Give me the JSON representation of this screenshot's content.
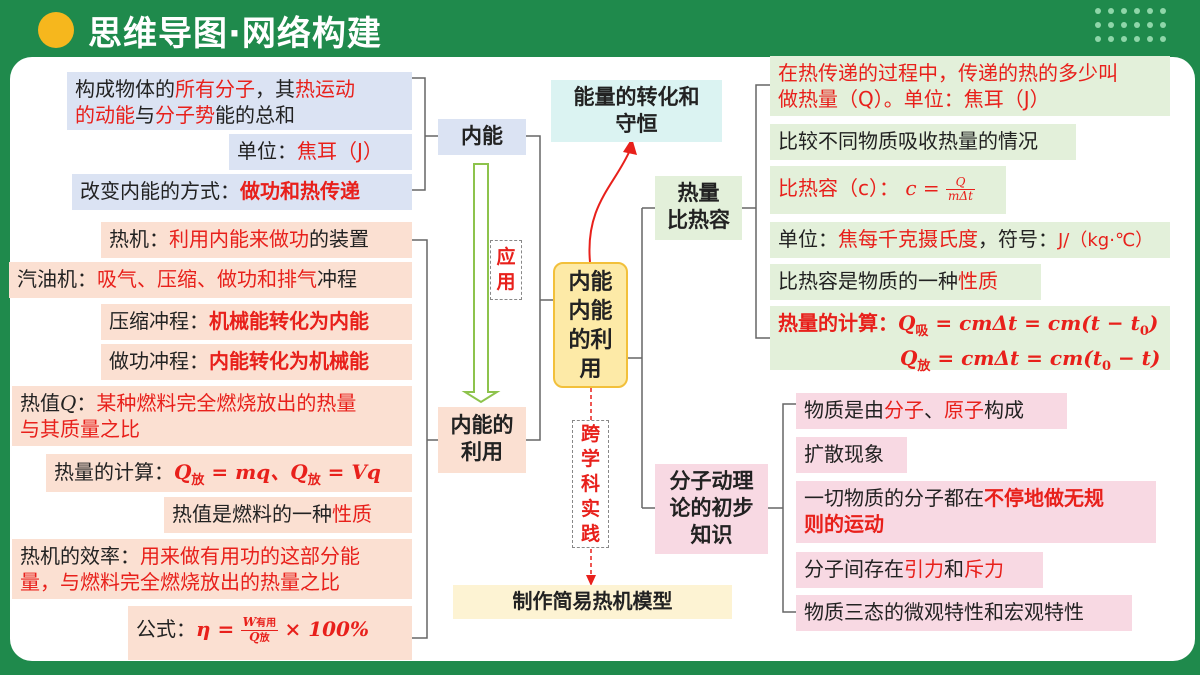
{
  "header": {
    "title": "思维导图·网络构建"
  },
  "center": {
    "line1": "内能",
    "line2": "内能",
    "line3": "的利",
    "line4": "用"
  },
  "top_node": {
    "line1": "能量的转化和",
    "line2": "守恒"
  },
  "bottom_node": {
    "label": "制作简易热机模型"
  },
  "dashed_label": {
    "chars": [
      "跨",
      "学",
      "科",
      "实",
      "践"
    ]
  },
  "left": {
    "neineng": {
      "label": "内能",
      "def_a": "构成物体的",
      "def_b": "所有分子",
      "def_c": "，其",
      "def_d": "热运动",
      "def_e": "的动能",
      "def_f": "与",
      "def_g": "分子势",
      "def_h": "能的总和",
      "unit_a": "单位：",
      "unit_b": "焦耳（J）",
      "change_a": "改变内能的方式：",
      "change_b": "做功和热传递"
    },
    "arrow_label": {
      "c1": "应",
      "c2": "用"
    },
    "liyong": {
      "label1": "内能的",
      "label2": "利用",
      "rj_a": "热机：",
      "rj_b": "利用内能来做功",
      "rj_c": "的装置",
      "qy_a": "汽油机：",
      "qy_b": "吸气、压缩、做功和排气",
      "qy_c": "冲程",
      "ys_a": "压缩冲程：",
      "ys_b": "机械能转化为内能",
      "zg_a": "做功冲程：",
      "zg_b": "内能转化为机械能",
      "rz_a": "热值",
      "rz_q": "Q",
      "rz_b": "：",
      "rz_c": "某种燃料完全燃烧放出的热量",
      "rz_d": "与其质量之比",
      "calc_a": "热量的计算：",
      "calc_b": "Q",
      "calc_sub": "放",
      "calc_c": " = mq、",
      "calc_d": "Q",
      "calc_e": " = Vq",
      "xz_a": "热值是燃料的一种",
      "xz_b": "性质",
      "xl_a": "热机的效率：",
      "xl_b": "用来做有用功的这部分能",
      "xl_c": "量，与燃料完全燃烧放出的热量之比",
      "gs_a": "公式：",
      "gs_eta": "η =",
      "gs_num": "W",
      "gs_num_sub": "有用",
      "gs_den": "Q",
      "gs_den_sub": "放",
      "gs_tail": "× 100%"
    }
  },
  "right": {
    "rebr": {
      "label1": "热量",
      "label2": "比热容",
      "def1": "在热传递的过程中，传递的热的多少叫",
      "def2": "做热量（Q）。单位：焦耳（J）",
      "compare": "比较不同物质吸收热量的情况",
      "c_a": "比热容（c）：",
      "c_b": "c =",
      "c_num": "Q",
      "c_den": "mΔt",
      "unit_a": "单位：",
      "unit_b": "焦每千克摄氏度",
      "unit_c": "，符号：",
      "unit_d": "J/（kg·℃）",
      "prop_a": "比热容是物质的一种",
      "prop_b": "性质",
      "calc_a": "热量的计算：",
      "calc_q1": "Q",
      "calc_s1": "吸",
      "calc_e1": " = cmΔt = cm(t − t",
      "calc_0a": "0",
      "calc_p1": ")",
      "calc_q2": "Q",
      "calc_s2": "放",
      "calc_e2": " = cmΔt = cm(t",
      "calc_0b": "0",
      "calc_p2": " − t)"
    },
    "fenzi": {
      "label1": "分子动理",
      "label2": "论的初步",
      "label3": "知识",
      "i1_a": "物质是由",
      "i1_b": "分子",
      "i1_c": "、",
      "i1_d": "原子",
      "i1_e": "构成",
      "i2": "扩散现象",
      "i3_a": "一切物质的分子都在",
      "i3_b": "不停地做无规",
      "i3_c": "则的运动",
      "i4_a": "分子间存在",
      "i4_b": "引力",
      "i4_c": "和",
      "i4_d": "斥力",
      "i5": "物质三态的微观特性和宏观特性"
    }
  }
}
